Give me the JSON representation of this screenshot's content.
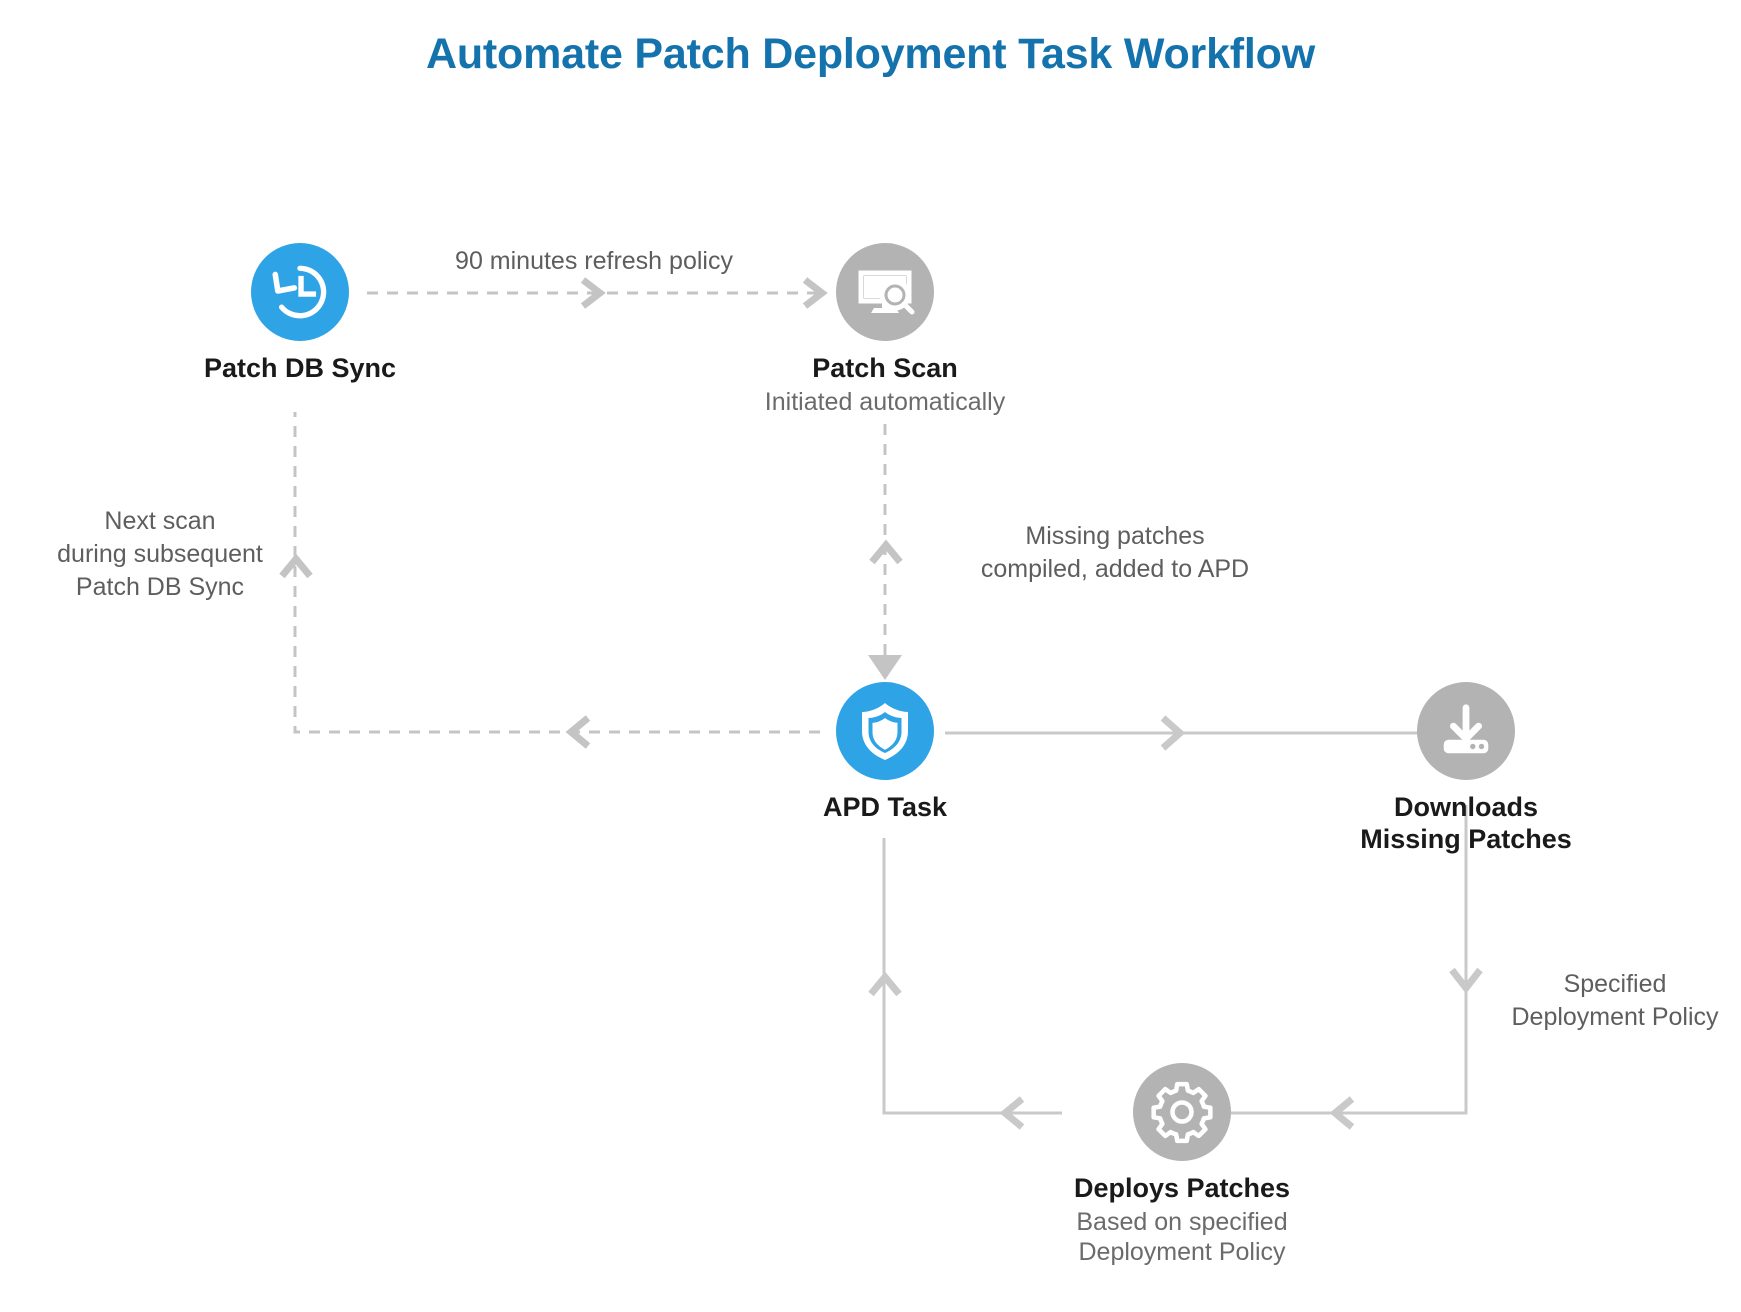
{
  "title": "Automate Patch Deployment Task Workflow",
  "colors": {
    "title_blue": "#1472ad",
    "node_blue": "#2ea3e5",
    "node_gray": "#b3b3b3",
    "connector_gray": "#c4c4c4",
    "label_gray": "#5e5e5e",
    "node_text": "#1a1a1a"
  },
  "nodes": [
    {
      "id": "patch-db-sync",
      "icon": "history-clock-icon",
      "icon_style": "blue",
      "label": "Patch DB Sync",
      "sublabel": ""
    },
    {
      "id": "patch-scan",
      "icon": "monitor-magnifier-icon",
      "icon_style": "gray",
      "label": "Patch Scan",
      "sublabel": "Initiated automatically"
    },
    {
      "id": "apd-task",
      "icon": "shield-icon",
      "icon_style": "blue",
      "label": "APD Task",
      "sublabel": ""
    },
    {
      "id": "downloads-missing-patches",
      "icon": "download-tray-icon",
      "icon_style": "gray",
      "label": "Downloads\nMissing Patches",
      "sublabel": ""
    },
    {
      "id": "deploys-patches",
      "icon": "gear-icon",
      "icon_style": "gray",
      "label": "Deploys Patches",
      "sublabel": "Based on specified\nDeployment Policy"
    }
  ],
  "edges": [
    {
      "id": "sync-to-scan",
      "from": "patch-db-sync",
      "to": "patch-scan",
      "style": "dashed",
      "label": "90 minutes refresh policy"
    },
    {
      "id": "apd-to-sync",
      "from": "apd-task",
      "to": "patch-db-sync",
      "style": "dashed",
      "label": "Next scan\nduring subsequent\nPatch DB Sync"
    },
    {
      "id": "scan-to-apd",
      "from": "patch-scan",
      "to": "apd-task",
      "style": "dashed",
      "label": "Missing patches\ncompiled, added to APD"
    },
    {
      "id": "apd-to-downloads",
      "from": "apd-task",
      "to": "downloads-missing-patches",
      "style": "solid",
      "label": ""
    },
    {
      "id": "downloads-to-deploys",
      "from": "downloads-missing-patches",
      "to": "deploys-patches",
      "style": "solid",
      "label": "Specified\nDeployment Policy"
    },
    {
      "id": "deploys-to-apd",
      "from": "deploys-patches",
      "to": "apd-task",
      "style": "solid",
      "label": ""
    }
  ]
}
